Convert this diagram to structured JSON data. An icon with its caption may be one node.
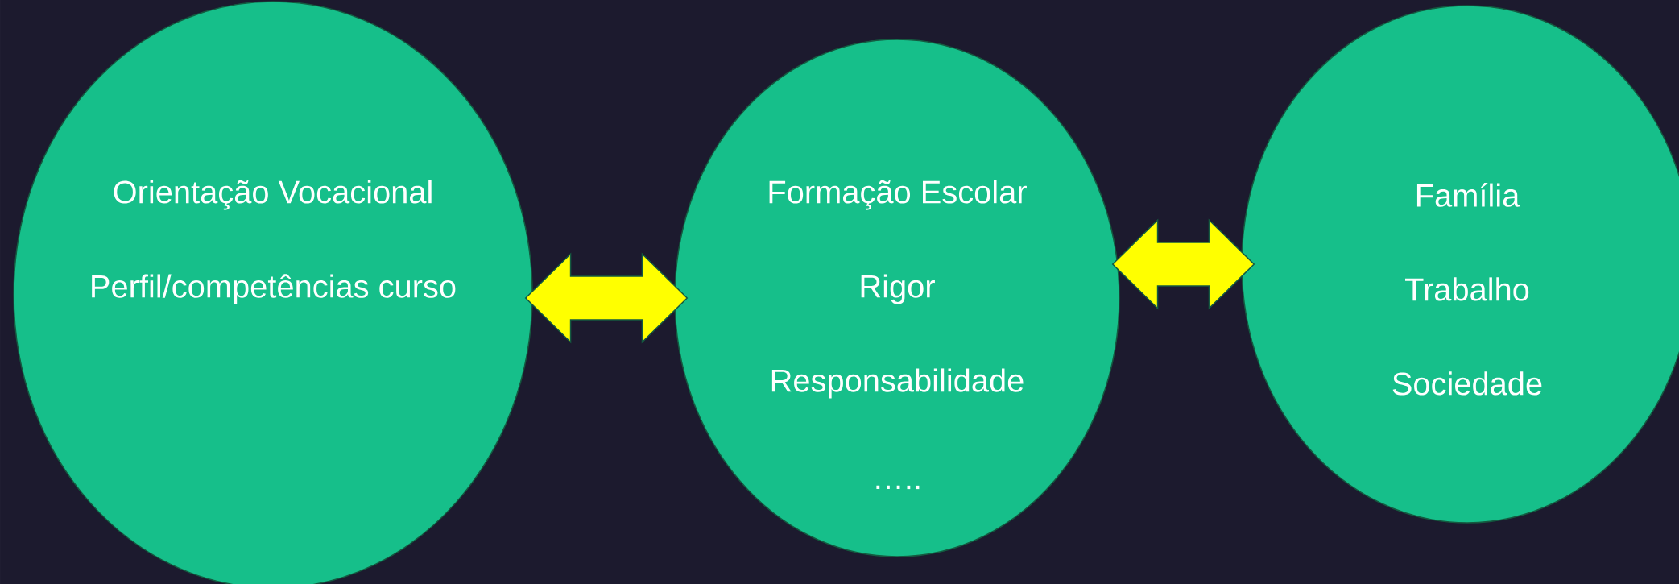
{
  "diagram": {
    "nodes": [
      {
        "text": [
          "Orientação Vocacional",
          "Perfil/competências curso"
        ]
      },
      {
        "text": [
          "Formação Escolar",
          "Rigor",
          "Responsabilidade",
          "….."
        ]
      },
      {
        "text": [
          "Família",
          "Trabalho",
          "Sociedade"
        ]
      }
    ],
    "edges": [
      {
        "from": 0,
        "to": 1,
        "arrow": "both"
      },
      {
        "from": 1,
        "to": 2,
        "arrow": "both"
      }
    ]
  }
}
